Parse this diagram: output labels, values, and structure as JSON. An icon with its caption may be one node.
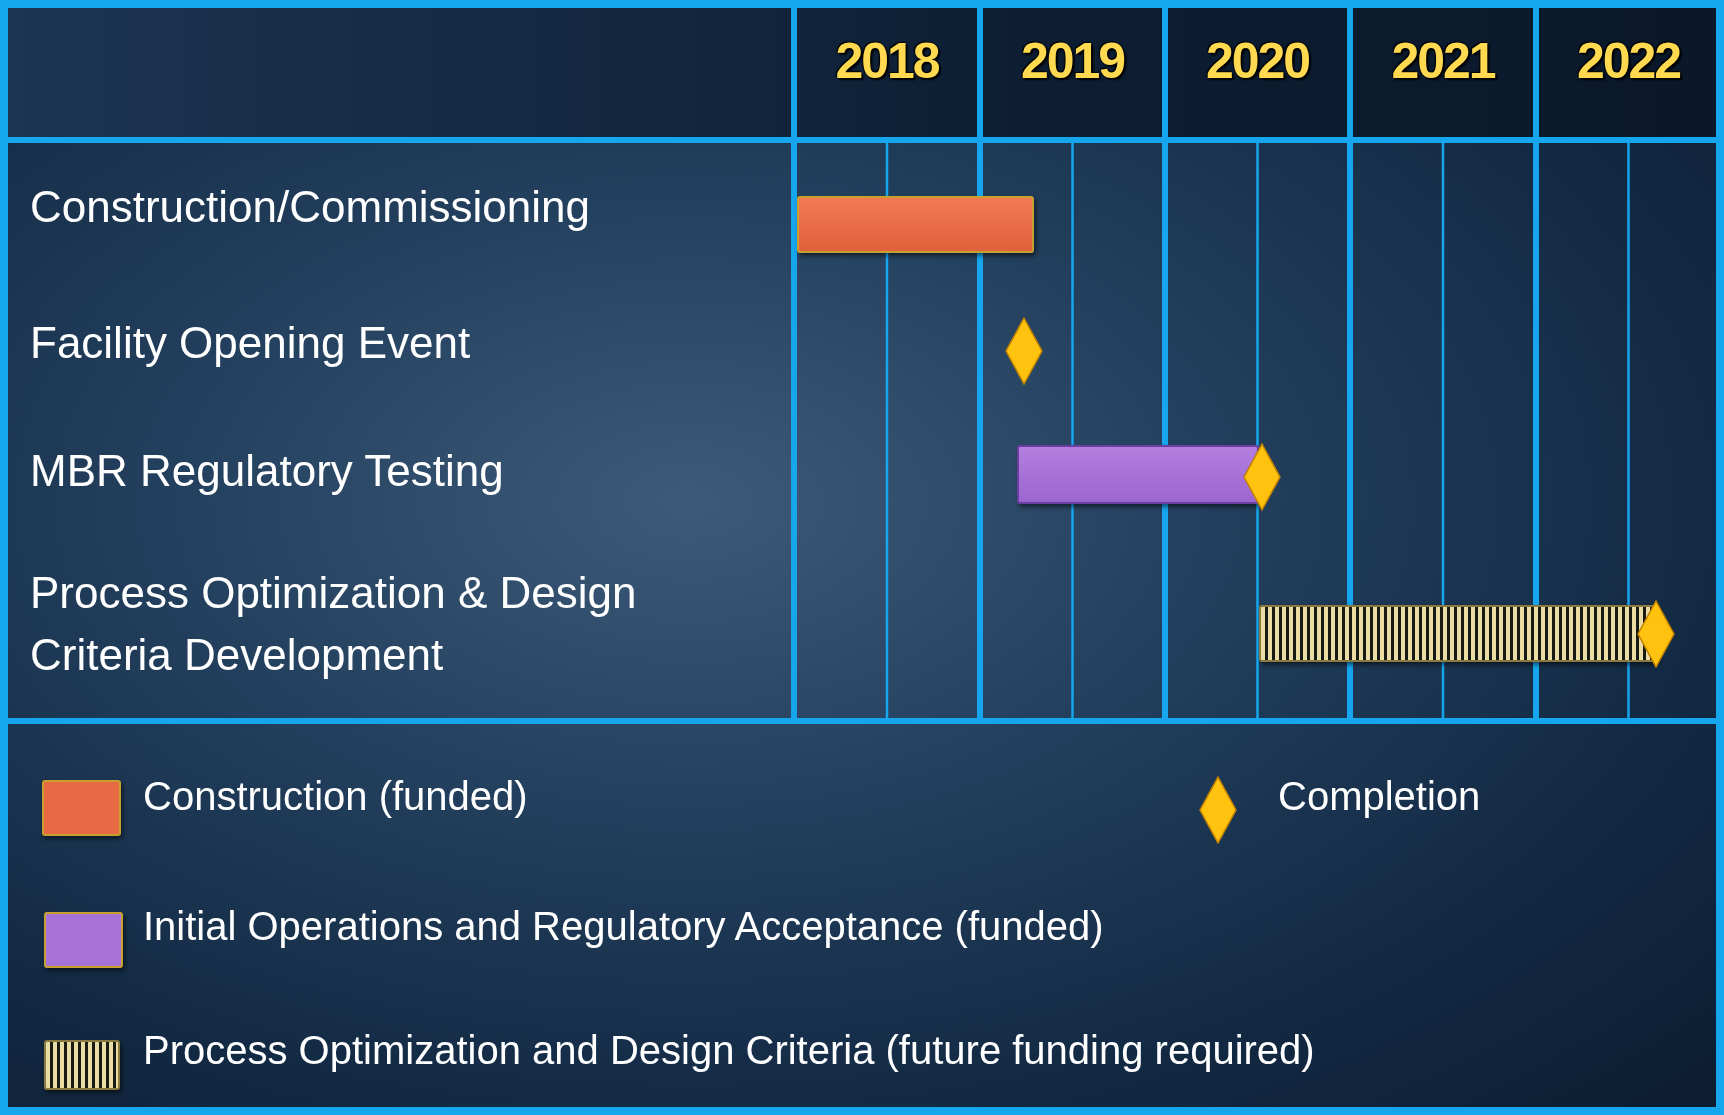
{
  "diagram": {
    "nodes": [
      {
        "text": [],
        "shape": "bar"
      },
      {
        "text": [],
        "shape": "diamond"
      },
      {
        "text": [],
        "shape": "bar"
      },
      {
        "text": [],
        "shape": "diamond"
      },
      {
        "text": [],
        "shape": "bar"
      },
      {
        "text": [],
        "shape": "diamond"
      }
    ],
    "labels": [
      "2018",
      "2019",
      "2020",
      "2021",
      "2022",
      "Construction/Commissioning",
      "Facility Opening Event",
      "MBR Regulatory Testing",
      "Process Optimization & Design Criteria Development"
    ],
    "legend": [
      {
        "text": "Construction (funded)",
        "color": "#e86a45"
      },
      {
        "text": "Completion"
      },
      {
        "text": "Initial Operations and Regulatory Acceptance (funded)",
        "color": "#a873d6"
      },
      {
        "text": "Process Optimization and Design Criteria (future funding required)"
      }
    ]
  }
}
